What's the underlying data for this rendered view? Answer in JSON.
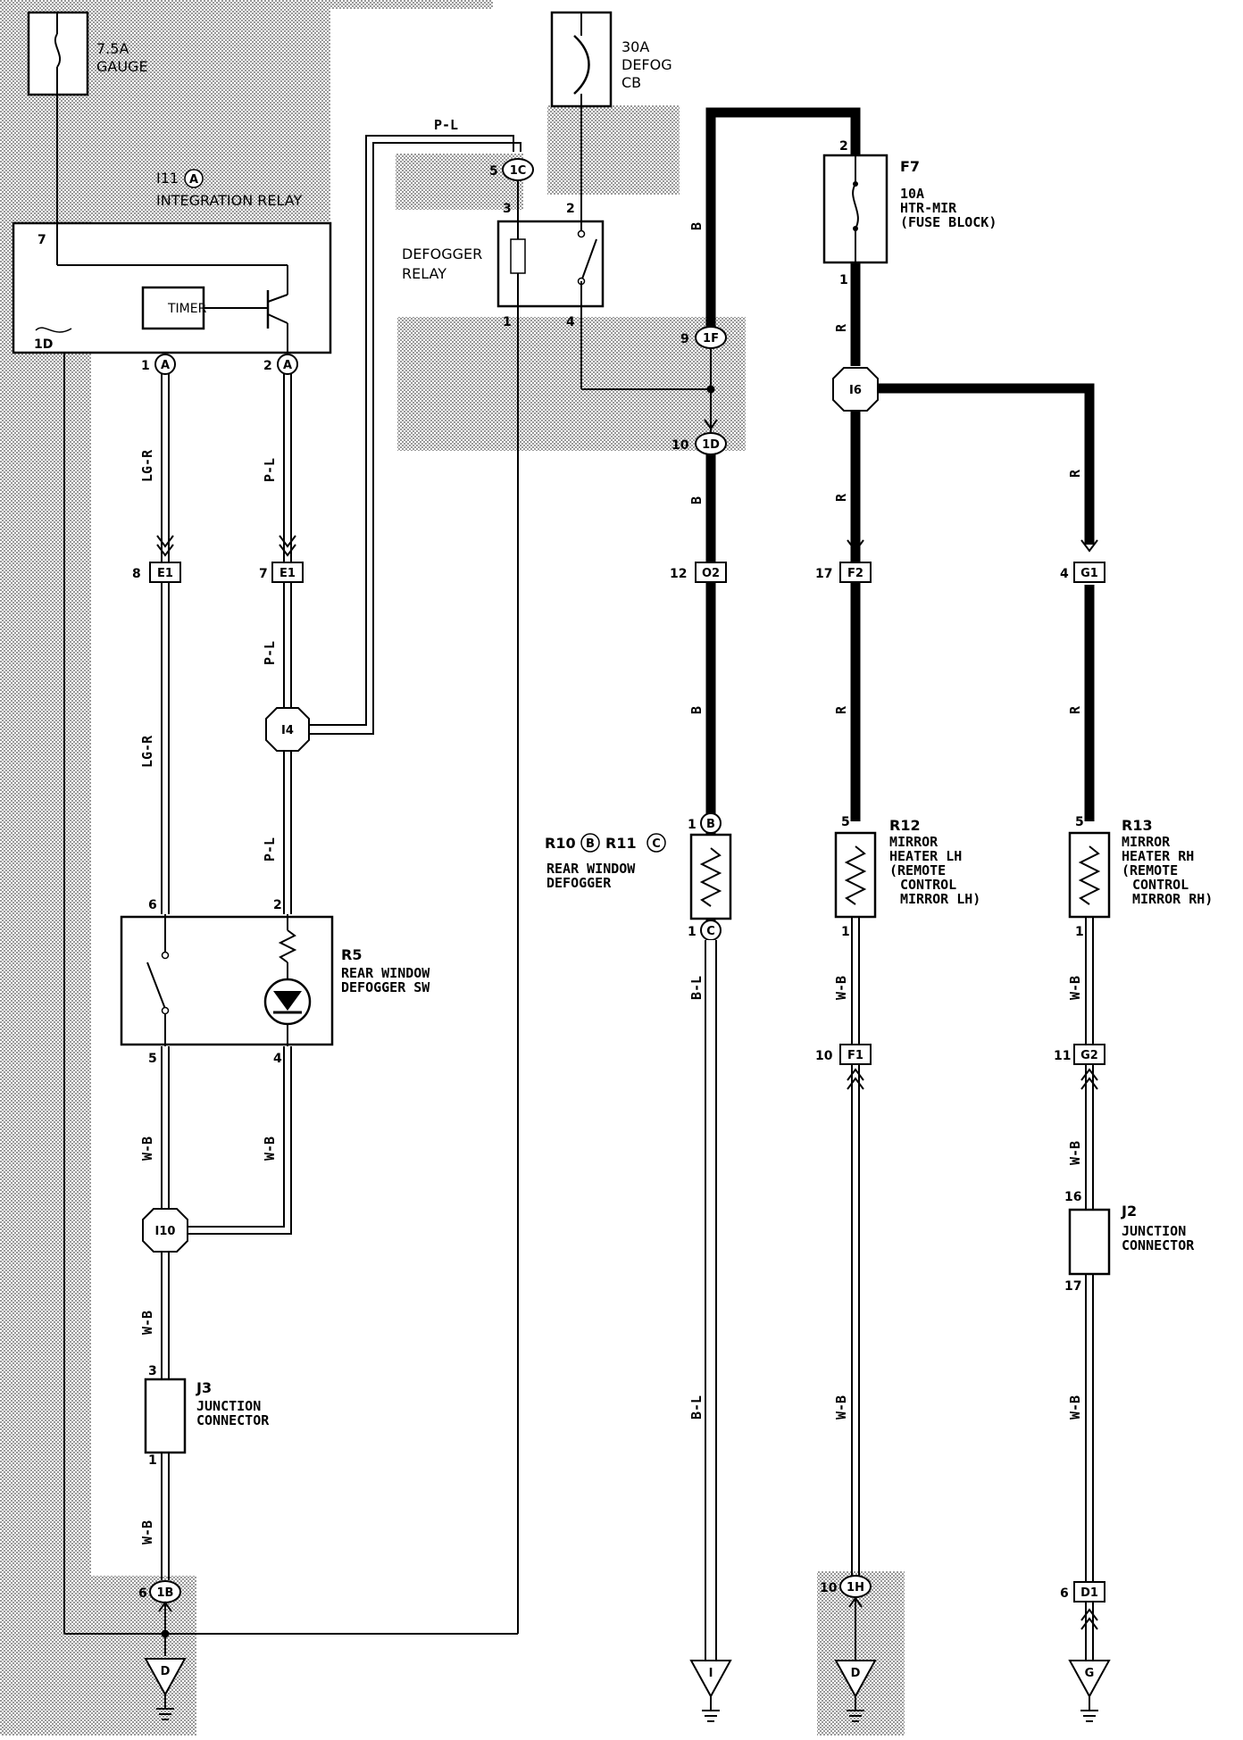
{
  "fuses": {
    "gauge": {
      "rating": "7.5A",
      "name": "GAUGE"
    },
    "defog": {
      "rating": "30A",
      "name": "DEFOG",
      "type": "CB"
    },
    "htr_mir": {
      "code": "F7",
      "rating": "10A",
      "name": "HTR-MIR",
      "location": "(FUSE BLOCK)"
    }
  },
  "components": {
    "integration_relay": {
      "code": "I11",
      "variant": "A",
      "name": "INTEGRATION RELAY",
      "timer": "TIMER"
    },
    "defogger_relay": {
      "line1": "DEFOGGER",
      "line2": "RELAY"
    },
    "defogger_sw": {
      "code": "R5",
      "line1": "REAR WINDOW",
      "line2": "DEFOGGER SW"
    },
    "rear_defogger": {
      "code1": "R10",
      "var1": "B",
      "code2": "R11",
      "var2": "C",
      "line1": "REAR WINDOW",
      "line2": "DEFOGGER"
    },
    "mirror_lh": {
      "code": "R12",
      "line1": "MIRROR",
      "line2": "HEATER LH",
      "line3": "(REMOTE",
      "line4": "CONTROL",
      "line5": "MIRROR LH)"
    },
    "mirror_rh": {
      "code": "R13",
      "line1": "MIRROR",
      "line2": "HEATER RH",
      "line3": "(REMOTE",
      "line4": "CONTROL",
      "line5": "MIRROR RH)"
    },
    "j3": {
      "code": "J3",
      "line1": "JUNCTION",
      "line2": "CONNECTOR"
    },
    "j2": {
      "code": "J2",
      "line1": "JUNCTION",
      "line2": "CONNECTOR"
    }
  },
  "wire_colors": {
    "lg_r": "LG-R",
    "p_l": "P-L",
    "w_b": "W-B",
    "b": "B",
    "r": "R",
    "b_l": "B-L"
  },
  "connectors": {
    "e1": "E1",
    "o2": "O2",
    "f2": "F2",
    "g1": "G1",
    "f1": "F1",
    "g2": "G2",
    "d1": "D1",
    "i4": "I4",
    "i10": "I10",
    "i6": "I6",
    "c1c": "1C",
    "c1f": "1F",
    "c1d": "1D",
    "c1b": "1B",
    "c1h": "1H",
    "pin_a": "A",
    "pin_b": "B",
    "pin_c": "C"
  },
  "grounds": {
    "d": "D",
    "i": "I",
    "g": "G"
  },
  "pins": {
    "p1": "1",
    "p2": "2",
    "p3": "3",
    "p4": "4",
    "p5": "5",
    "p6": "6",
    "p7": "7",
    "p8": "8",
    "p9": "9",
    "p10": "10",
    "p11": "11",
    "p12": "12",
    "p16": "16",
    "p17": "17",
    "p1d": "1D"
  },
  "colors": {
    "line": "#000000",
    "shade": "#c8c8c8",
    "wire_fill": "#ffffff"
  }
}
